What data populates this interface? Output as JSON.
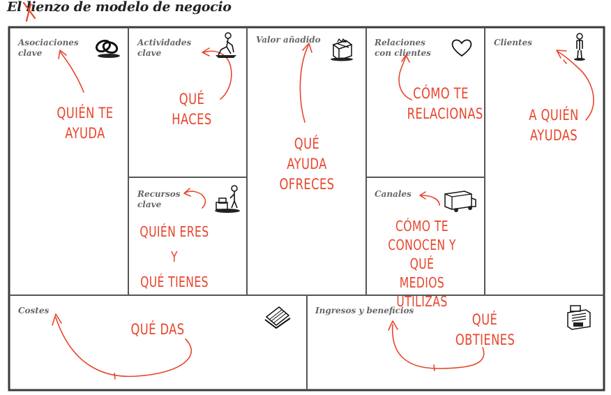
{
  "title": "El lienzo de modelo de negocio",
  "blocks": {
    "asociaciones": {
      "label": "Asociaciones\nclave",
      "note": "QUIÉN TE\nAYUDA",
      "icon": "chain-link-icon"
    },
    "actividades": {
      "label": "Actividades\nclave",
      "note": "QUÉ\nHACES",
      "icon": "worker-icon"
    },
    "recursos": {
      "label": "Recursos\nclave",
      "note": "QUIÉN ERES Y\nQUÉ TIENES",
      "icon": "person-with-boxes-icon"
    },
    "valor": {
      "label": "Valor añadido",
      "note": "QUÉ\nAYUDA\nOFRECES",
      "icon": "gift-box-icon"
    },
    "relaciones": {
      "label": "Relaciones\ncon clientes",
      "note": "CÓMO TE\nRELACIONAS",
      "icon": "heart-icon"
    },
    "canales": {
      "label": "Canales",
      "note": "CÓMO TE\nCONOCEN Y\nQUÉ MEDIOS\nUTILIZAS",
      "icon": "delivery-truck-icon"
    },
    "clientes": {
      "label": "Clientes",
      "note": "A QUIÉN\nAYUDAS",
      "icon": "standing-person-icon"
    },
    "costes": {
      "label": "Costes",
      "note": "QUÉ DAS",
      "icon": "receipt-papers-icon"
    },
    "ingresos": {
      "label": "Ingresos y beneficios",
      "note": "QUÉ\nOBTIENES",
      "icon": "cash-register-icon"
    }
  },
  "colors": {
    "frame": "#3a3a3a",
    "grid": "#555555",
    "annotation": "#e8452c",
    "label": "#666666"
  }
}
